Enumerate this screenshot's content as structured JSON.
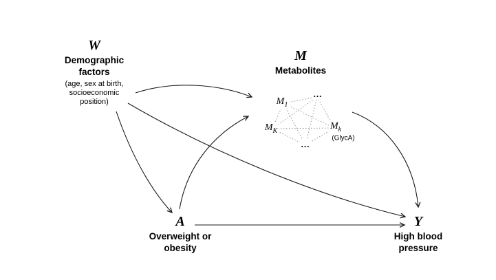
{
  "nodes": {
    "w": {
      "symbol": "W",
      "title": "Demographic\nfactors",
      "subtitle": "(age, sex at birth,\nsocioeconomic\nposition)"
    },
    "m": {
      "symbol": "M",
      "title": "Metabolites"
    },
    "a": {
      "symbol": "A",
      "title": "Overweight or\nobesity"
    },
    "y": {
      "symbol": "Y",
      "title": "High blood\npressure"
    }
  },
  "metabolite_cluster": {
    "m1": {
      "base": "M",
      "sub": "1"
    },
    "mK": {
      "base": "M",
      "sub": "K"
    },
    "mk": {
      "base": "M",
      "sub": "k",
      "note": "(GlycA)"
    },
    "ellipsis_top": "...",
    "ellipsis_bottom": "..."
  },
  "colors": {
    "edge": "#1a1a1a",
    "dotted_edge": "#8a8a8a",
    "background": "#ffffff"
  }
}
